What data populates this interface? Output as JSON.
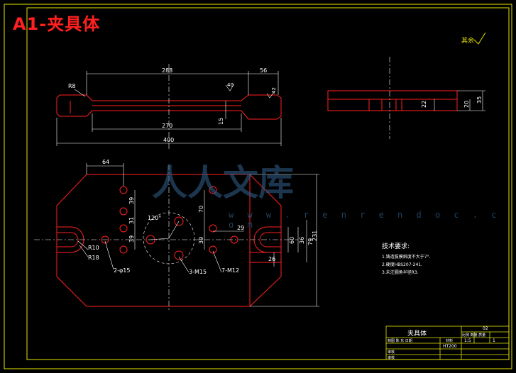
{
  "title": "A1-夹具体",
  "roughness_note": "其余",
  "watermark": {
    "logo": "人人文库",
    "url": "w w w . r e n r e n d o c . c o m"
  },
  "dimensions": {
    "d288": "288",
    "d56": "56",
    "d270": "270",
    "d400": "400",
    "r8": "R8",
    "d15": "15",
    "d40": "40",
    "d42": "42",
    "d22": "22",
    "d20": "20",
    "d35": "35",
    "d64": "64",
    "d39a": "39",
    "d31": "31",
    "d39b": "39",
    "d70": "70",
    "d39c": "39",
    "d29": "29",
    "d60": "60",
    "d36": "36",
    "d79": "79",
    "d231": "231",
    "d26": "26",
    "r10": "R10",
    "r18": "R18",
    "a120": "120°",
    "holes_2": "2-φ15",
    "holes_3": "3-M15",
    "holes_7": "7-M12"
  },
  "tech_requirements": {
    "heading": "技术要求:",
    "items": [
      "1.铸造拔模斜度不大于7°.",
      "2.硬度HBS207-241.",
      "3.未注圆角半径R3."
    ]
  },
  "title_block": {
    "part_name": "夹具体",
    "code": "02",
    "col_headers": "比例 数量 质量",
    "scale": "1:5",
    "qty": "1",
    "row1": "制图 陈 东 日期",
    "material_label": "材料",
    "material": "HT200",
    "row2": "审核",
    "row3": "审核"
  },
  "colors": {
    "background": "#000000",
    "frame": "#e6e600",
    "outline": "#ff2020",
    "center": "#ffffff",
    "dim": "#ffffff"
  }
}
